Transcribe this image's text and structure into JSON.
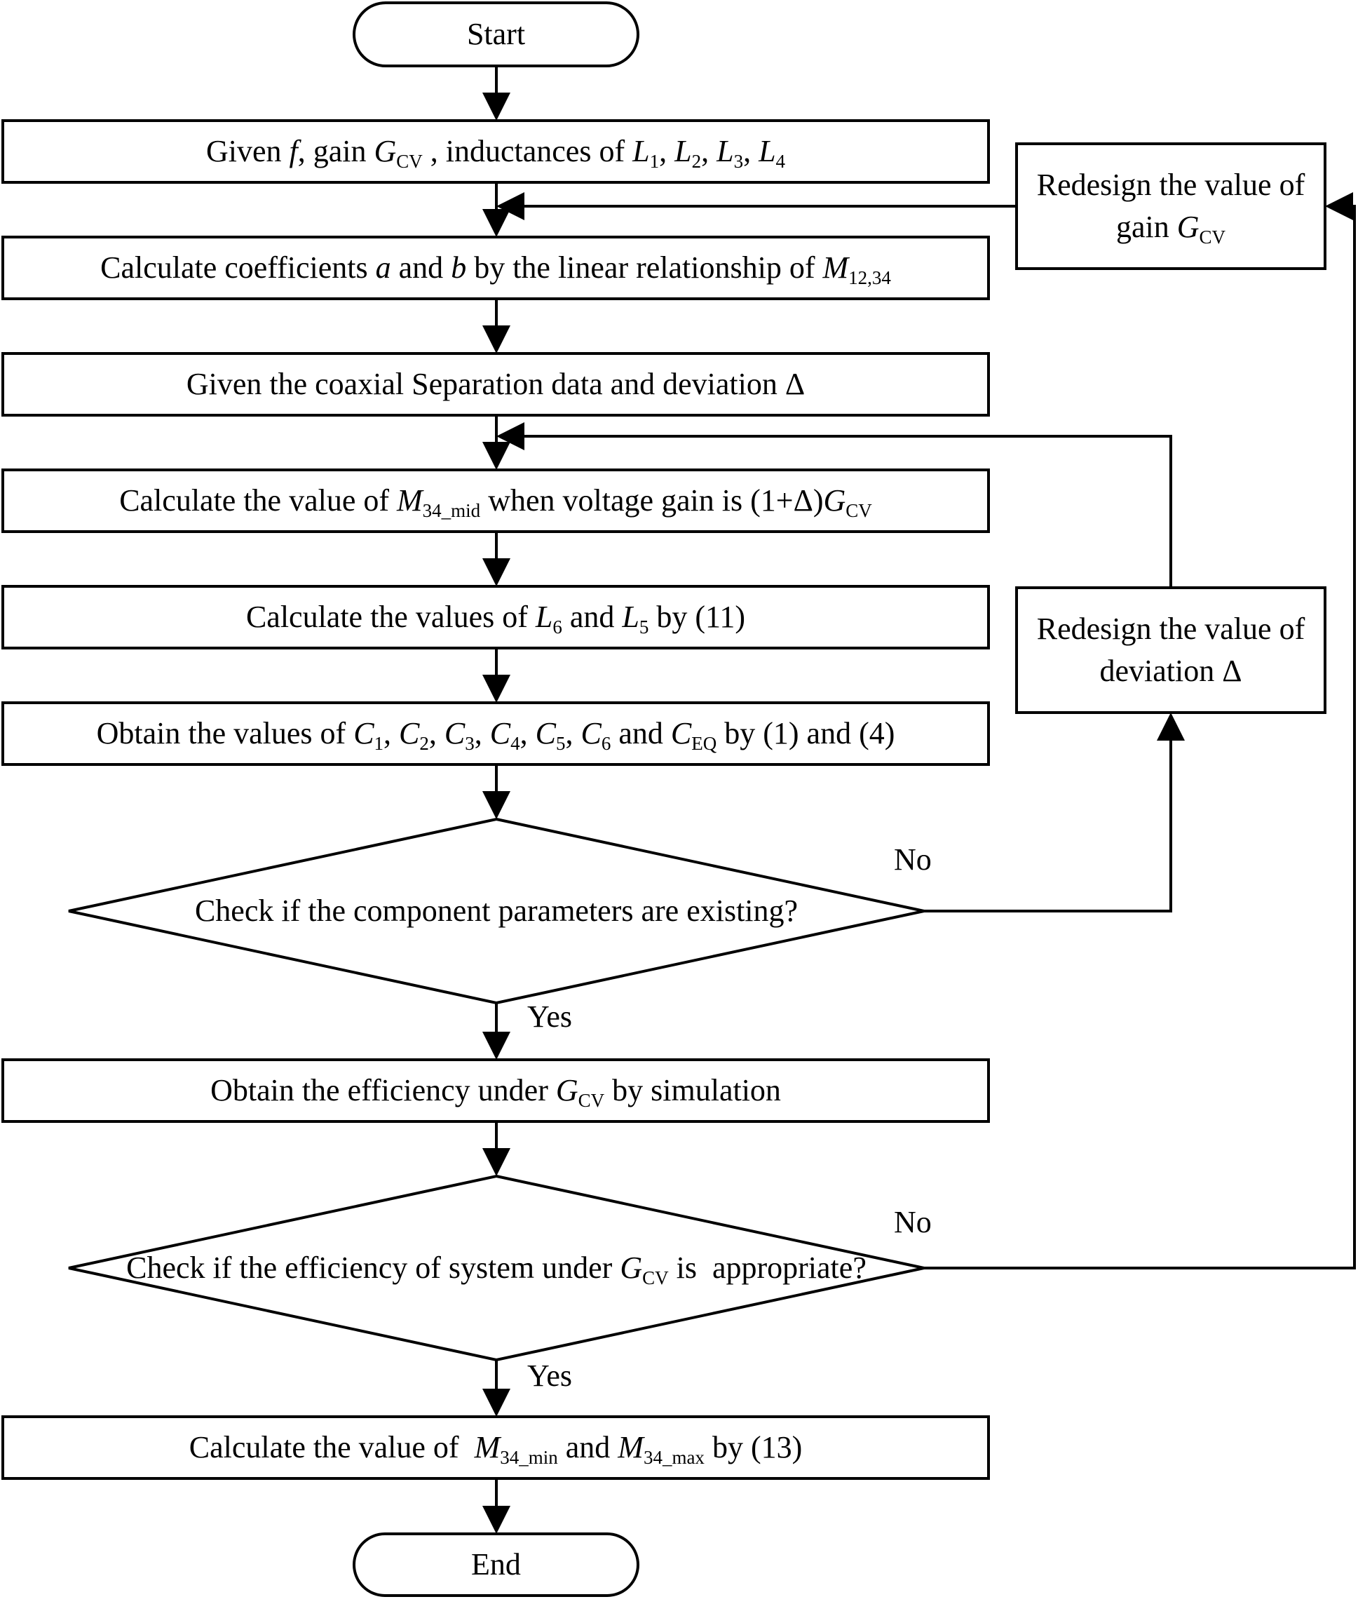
{
  "nodes": {
    "start": {
      "text": "Start"
    },
    "given": {
      "t1": "Given ",
      "f": "f",
      "t2": ", gain ",
      "g": "G",
      "gsub": "CV",
      "t3": " , inductances of ",
      "l1": "L",
      "l1sub": "1",
      "c1": ", ",
      "l2": "L",
      "l2sub": "2",
      "c2": ", ",
      "l3": "L",
      "l3sub": "3",
      "c3": ", ",
      "l4": "L",
      "l4sub": "4"
    },
    "coef": {
      "t1": "Calculate coefficients ",
      "a": "a",
      "t2": " and ",
      "b": "b",
      "t3": " by the linear relationship of ",
      "m": "M",
      "msub": "12,34"
    },
    "coax": {
      "text": "Given the coaxial Separation data and deviation Δ"
    },
    "mmid": {
      "t1": "Calculate the value of ",
      "m": "M",
      "msub": "34_mid",
      "t2": " when voltage gain is (1+Δ)",
      "g": "G",
      "gsub": "CV"
    },
    "l6l5": {
      "t1": "Calculate the values of ",
      "l6": "L",
      "l6sub": "6",
      "t2": " and ",
      "l5": "L",
      "l5sub": "5",
      "t3": " by (11)"
    },
    "caps": {
      "t1": "Obtain the values of ",
      "c1": "C",
      "c1sub": "1",
      "s1": ", ",
      "c2": "C",
      "c2sub": "2",
      "s2": ", ",
      "c3": "C",
      "c3sub": "3",
      "s3": ", ",
      "c4": "C",
      "c4sub": "4",
      "s4": ", ",
      "c5": "C",
      "c5sub": "5",
      "s5": ", ",
      "c6": "C",
      "c6sub": "6",
      "t2": " and ",
      "ceq": "C",
      "ceqsub": "EQ",
      "t3": " by (1) and (4)"
    },
    "check1": {
      "line1": "Check if the component",
      "line2": "parameters are existing?"
    },
    "eff": {
      "t1": "Obtain the efficiency under ",
      "g": "G",
      "gsub": "CV",
      "t2": " by simulation"
    },
    "check2": {
      "line1": "Check if the efficiency of system",
      "t1": "under ",
      "g": "G",
      "gsub": "CV",
      "t2": " is  appropriate?"
    },
    "final": {
      "t1": "Calculate the value of  ",
      "m1": "M",
      "m1sub": "34_min",
      "t2": " and ",
      "m2": "M",
      "m2sub": "34_max",
      "t3": " by (13)"
    },
    "end": {
      "text": "End"
    },
    "redesign_gain": {
      "line1": "Redesign the value",
      "t1": "of gain ",
      "g": "G",
      "gsub": "CV"
    },
    "redesign_dev": {
      "line1": "Redesign the value",
      "line2": "of deviation Δ"
    }
  },
  "labels": {
    "no1": "No",
    "yes1": "Yes",
    "no2": "No",
    "yes2": "Yes"
  },
  "colors": {
    "stroke": "#000000",
    "fill": "#ffffff"
  }
}
